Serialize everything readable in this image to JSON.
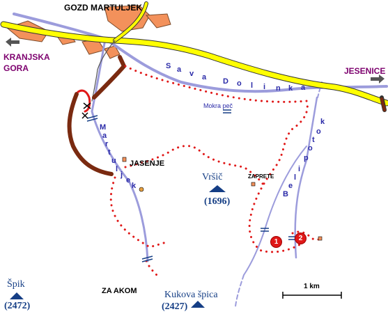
{
  "map": {
    "towns": {
      "gozd_martuljek": "GOZD MARTULJEK",
      "jasenje": "JASENJE",
      "za_akom": "ZA AKOM"
    },
    "regions": {
      "kranjska_line1": "KRANJSKA",
      "kranjska_line2": "GORA",
      "jesenice": "JESENICE"
    },
    "peaks": {
      "vrsic": {
        "name": "Vršič",
        "elevation": "(1696)"
      },
      "spik": {
        "name": "Špik",
        "elevation": "(2472)"
      },
      "kukova": {
        "name": "Kukova špica",
        "elevation": "(2427)"
      }
    },
    "river_sava_dolinka": [
      "S",
      "a",
      "v",
      "a",
      "D",
      "o",
      "l",
      "i",
      "n",
      "k",
      "a"
    ],
    "river_martuljek": [
      "M",
      "a",
      "r",
      "t",
      "u",
      "l",
      "j",
      "e",
      "k"
    ],
    "stream_beli_potok": [
      "B",
      "e",
      "l",
      "i",
      "p",
      "o",
      "t",
      "o",
      "k"
    ],
    "places": {
      "mokra_pec": "Mokra peč",
      "zaprete": "ZAPRETE"
    },
    "markers": [
      "1",
      "2"
    ],
    "scale": "1 km",
    "colors": {
      "road": "#ffff00",
      "river": "#9c9cdc",
      "trail": "#e01818",
      "forest_road": "#7a2a10",
      "town": "#f3915b",
      "peak": "#153e85"
    }
  }
}
